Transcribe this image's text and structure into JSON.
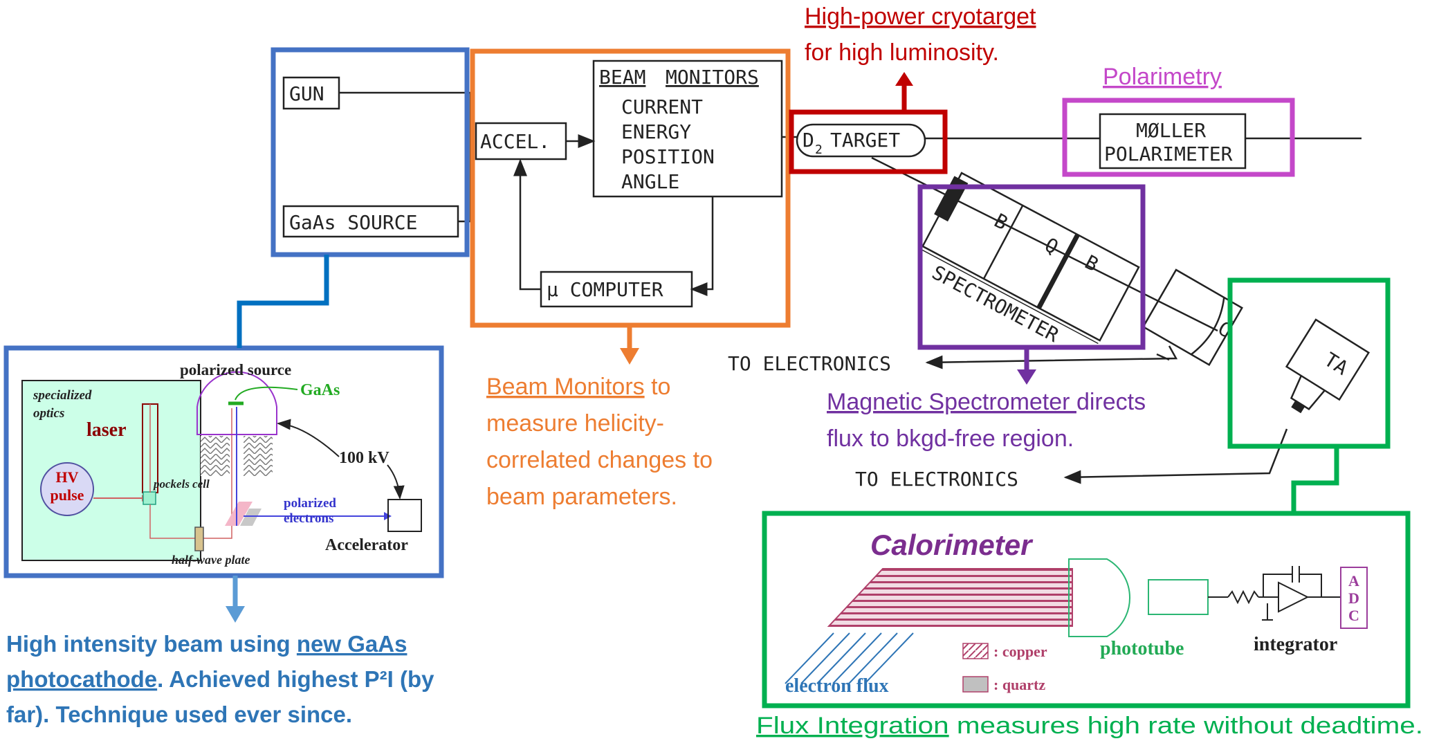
{
  "colors": {
    "blue": "#4472C4",
    "orange": "#ED7D31",
    "red": "#C00000",
    "magenta": "#C448C9",
    "purple": "#7030A0",
    "green": "#00B050",
    "caption_blue": "#2E75B6",
    "mint": "#CCFFE8"
  },
  "beamline": {
    "gun": "GUN",
    "gaas_source": "GaAs SOURCE",
    "accel": "ACCEL.",
    "beam_monitors_title_1": "BEAM",
    "beam_monitors_title_2": "MONITORS",
    "monitors": [
      "CURRENT",
      "ENERGY",
      "POSITION",
      "ANGLE"
    ],
    "computer": "µ COMPUTER",
    "target_sub": "2",
    "target_d": "D",
    "target_label": "TARGET",
    "moller_1": "MØLLER",
    "moller_2": "POLARIMETER",
    "spectrometer": "SPECTROMETER",
    "b1": "B",
    "q": "Q",
    "b2": "B",
    "cherenkov": "Č",
    "ta": "TA",
    "to_electronics_1": "TO ELECTRONICS",
    "to_electronics_2": "TO ELECTRONICS"
  },
  "source_inset": {
    "specialized": "specialized",
    "optics": "optics",
    "laser": "laser",
    "hv": "HV",
    "pulse": "pulse",
    "pockels": "pockels cell",
    "polarized_source": "polarized source",
    "gaas": "GaAs",
    "voltage": "100 kV",
    "polarized": "polarized",
    "electrons": "electrons",
    "accelerator": "Accelerator",
    "half_wave": "half-wave plate"
  },
  "calorimeter_inset": {
    "title": "Calorimeter",
    "phototube": "phototube",
    "integrator": "integrator",
    "adc": [
      "A",
      "D",
      "C"
    ],
    "copper": ": copper",
    "quartz": ": quartz",
    "electron_flux": "electron flux"
  },
  "captions": {
    "cryo_1": "High-power cryotarget",
    "cryo_2": "for high luminosity.",
    "polarimetry": "Polarimetry",
    "bm_link": "Beam Monitors",
    "bm_1": " to",
    "bm_2": "measure helicity-",
    "bm_3": "correlated changes to",
    "bm_4": "beam parameters.",
    "ms_link": "Magnetic Spectrometer ",
    "ms_1": "directs",
    "ms_2": "flux to bkgd-free region.",
    "hi_1": "High intensity beam using ",
    "hi_link1": "new GaAs",
    "hi_link2": "photocathode",
    "hi_2": ".  Achieved highest P²I (by",
    "hi_3": "far).  Technique used ever since.",
    "fi_link": "Flux Integration",
    "fi_1": " measures high rate without deadtime."
  }
}
